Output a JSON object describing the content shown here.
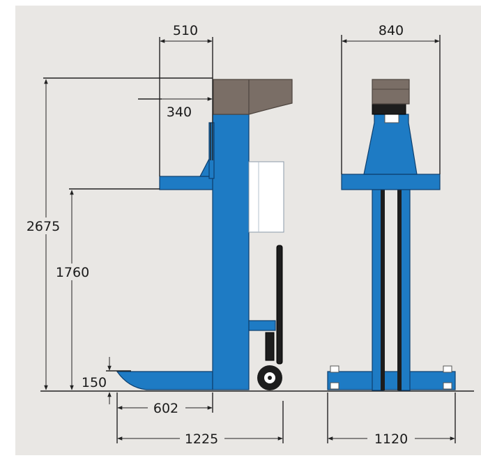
{
  "colors": {
    "background": "#e9e7e4",
    "lift_blue": "#1e7bc4",
    "lift_grey": "#7a6e66",
    "ink": "#1a1a1a"
  },
  "dimensions": {
    "top_width": "510",
    "front_width": "840",
    "offset": "340",
    "total_height": "2675",
    "fork_height": "1760",
    "base_height": "150",
    "fork_reach": "602",
    "total_length": "1225",
    "base_width": "1120"
  }
}
